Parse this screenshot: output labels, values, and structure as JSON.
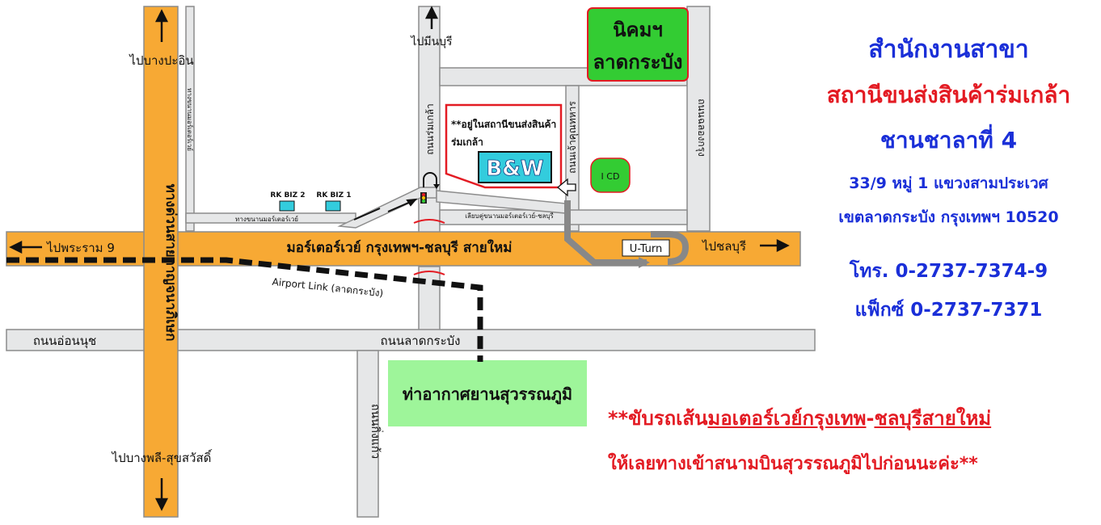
{
  "map": {
    "labels": {
      "to_bang_pa_in": "ไปบางปะอิน",
      "to_min_buri": "ไปมีนบุรี",
      "to_bang_phli": "ไปบางพลี-สุขสวัสดิ์",
      "to_rama9": "ไปพระราม 9",
      "to_chonburi": "ไปชลบุรี",
      "motorway": "มอร์เตอร์เวย์ กรุงเทพฯ-ชลบุรี สายใหม่",
      "expressway": "ทางด่วนสายกาญจนาภิเษก",
      "motorway_service_road": "ทางขนานมอร์เตอร์เวย์",
      "frontage_left": "ทางขนานมอร์เตอร์เวย์",
      "frontage_right": "เลียบคู่ขนานมอร์เตอร์เวย์-ชลบุรี",
      "romklao_road": "ถนนร่มเกล้า",
      "chaokhun_thahan": "ถนนเจ้าคุณทหาร",
      "chalong_krung": "ถนนฉลองกรุง",
      "on_nut": "ถนนอ่อนนุช",
      "lat_krabang_rd": "ถนนลาดกระบัง",
      "king_kaeo": "ถนนกิ่งแก้ว",
      "airport_link": "Airport Link (ลาดกระบัง)",
      "u_turn": "U-Turn",
      "rk_biz_2": "RK BIZ 2",
      "rk_biz_1": "RK BIZ 1",
      "icd": "I CD",
      "estate_line1": "นิคมฯ",
      "estate_line2": "ลาดกระบัง",
      "station_note_line1": "**อยู่ในสถานีขนส่งสินค้า",
      "station_note_line2": "ร่มเกล้า",
      "bw": "B&W",
      "airport": "ท่าอากาศยานสุวรรณภูมิ"
    },
    "colors": {
      "road_gray": "#e6e7e8",
      "road_edge": "#8c8c8c",
      "orange_road": "#f7a934",
      "green_box": "#33cc33",
      "airport_box": "#9ef59a",
      "bw_cyan": "#33ccdd",
      "red": "#e31b23"
    }
  },
  "info": {
    "title": "สำนักงานสาขา",
    "station": "สถานีขนส่งสินค้าร่มเกล้า",
    "platform": "ชานชาลาที่ 4",
    "address1": "33/9 หมู่ 1 แขวงสามประเวศ",
    "address2": "เขตลาดกระบัง กรุงเทพฯ 10520",
    "tel": "โทร. 0-2737-7374-9",
    "fax": "แฟ็กซ์ 0-2737-7371",
    "title_color": "#1a2fd8",
    "station_color": "#e31b23"
  },
  "note": {
    "prefix": "**ขับรถเส้น",
    "underlined": "มอเตอร์เวย์กรุงเทพ",
    "dash": "-",
    "underlined2": "ชลบุรีสายใหม่",
    "line2": "ให้เลยทางเข้าสนามบินสุวรรณภูมิไปก่อนนะค่ะ**"
  }
}
